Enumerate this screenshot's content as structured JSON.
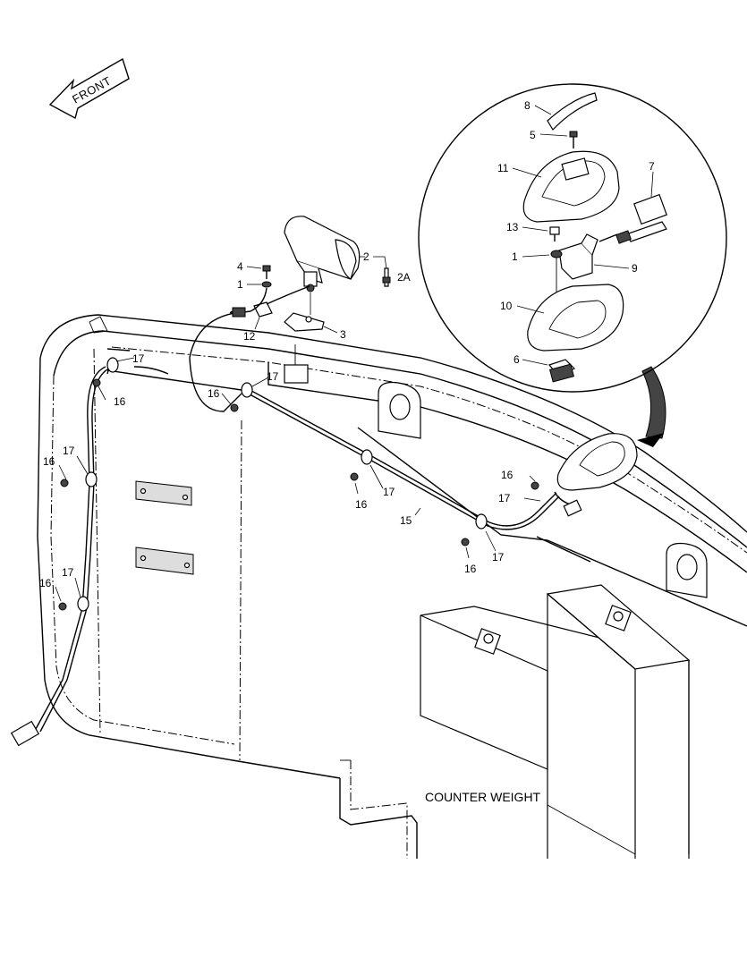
{
  "direction_label": "FRONT",
  "counterweight_label": "COUNTER WEIGHT",
  "callouts": {
    "c1a": "1",
    "c1b": "1",
    "c2": "2",
    "c2a": "2A",
    "c3": "3",
    "c4": "4",
    "c5": "5",
    "c6": "6",
    "c7": "7",
    "c8": "8",
    "c9": "9",
    "c10": "10",
    "c11": "11",
    "c12": "12",
    "c13": "13",
    "c15": "15",
    "c16a": "16",
    "c16b": "16",
    "c16c": "16",
    "c16d": "16",
    "c16e": "16",
    "c16f": "16",
    "c16g": "16",
    "c17a": "17",
    "c17b": "17",
    "c17c": "17",
    "c17d": "17",
    "c17e": "17",
    "c17f": "17",
    "c17g": "17"
  }
}
